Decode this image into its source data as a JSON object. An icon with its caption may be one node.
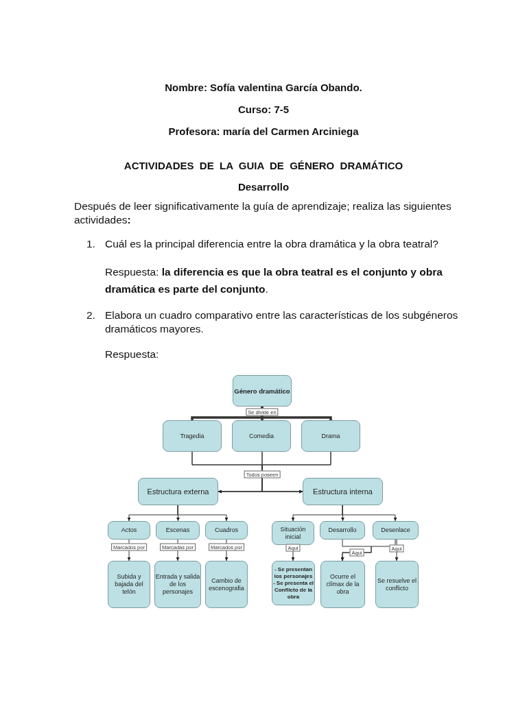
{
  "diagram": {
    "title": "ACTIVIDADES  DE  LA  GUIA  DE  GÉNERO  DRAMÁTICO",
    "nodes": [
      {
        "text": [
          "Género dramático"
        ]
      },
      {
        "text": [
          "Tragedia"
        ]
      },
      {
        "text": [
          "Comedia"
        ]
      },
      {
        "text": [
          "Drama"
        ]
      },
      {
        "text": [
          "Estructura externa"
        ]
      },
      {
        "text": [
          "Estructura interna"
        ]
      },
      {
        "text": [
          "Actos"
        ]
      },
      {
        "text": [
          "Escenas"
        ]
      },
      {
        "text": [
          "Cuadros"
        ]
      },
      {
        "text": [
          "Subida y bajada del telón"
        ]
      },
      {
        "text": [
          "Entrada y salida de los personajes"
        ]
      },
      {
        "text": [
          "Cambio de escenografia"
        ]
      },
      {
        "text": [
          "Situación inicial"
        ]
      },
      {
        "text": [
          "Desarrollo"
        ]
      },
      {
        "text": [
          "Desenlace"
        ]
      },
      {
        "text": [
          "- Se presentan los personajes",
          "- Se presenta el Conflicto de la obra"
        ]
      },
      {
        "text": [
          "Ocurre el clímax de la obra"
        ]
      },
      {
        "text": [
          "Se resuelve el conflicto"
        ]
      }
    ],
    "edges": [
      {
        "from": 0,
        "to": 1,
        "arrow": "none",
        "style": "thick"
      },
      {
        "from": 0,
        "to": 2,
        "arrow": "none",
        "style": "thick",
        "label": "Se divide en"
      },
      {
        "from": 0,
        "to": 3,
        "arrow": "none",
        "style": "thick"
      },
      {
        "from": 1,
        "to": 4,
        "arrow": "to"
      },
      {
        "from": 1,
        "to": 5,
        "arrow": "to"
      },
      {
        "from": 2,
        "to": 4,
        "arrow": "to",
        "label": "Todos poseen"
      },
      {
        "from": 2,
        "to": 5,
        "arrow": "to"
      },
      {
        "from": 3,
        "to": 4,
        "arrow": "to"
      },
      {
        "from": 3,
        "to": 5,
        "arrow": "to"
      },
      {
        "from": 4,
        "to": 6,
        "arrow": "to"
      },
      {
        "from": 4,
        "to": 7,
        "arrow": "to"
      },
      {
        "from": 4,
        "to": 8,
        "arrow": "to"
      },
      {
        "from": 5,
        "to": 12,
        "arrow": "to"
      },
      {
        "from": 5,
        "to": 13,
        "arrow": "to"
      },
      {
        "from": 5,
        "to": 14,
        "arrow": "to"
      },
      {
        "from": 6,
        "to": 9,
        "arrow": "to",
        "label": "Marcados por"
      },
      {
        "from": 7,
        "to": 10,
        "arrow": "to",
        "label": "Marcadas por"
      },
      {
        "from": 8,
        "to": 11,
        "arrow": "to",
        "label": "Marcados por"
      },
      {
        "from": 12,
        "to": 15,
        "arrow": "to",
        "label": "Aqui"
      },
      {
        "from": 13,
        "to": 16,
        "arrow": "to",
        "label": "Aqui"
      },
      {
        "from": 14,
        "to": 16,
        "arrow": "to"
      },
      {
        "from": 14,
        "to": 17,
        "arrow": "to",
        "label": "Aqui"
      }
    ],
    "labels": [
      "Nombre: Sofía valentina García Obando.",
      "Curso: 7-5",
      "Profesora: maría del Carmen Arciniega",
      "Desarrollo",
      "Después de leer significativamente la guía de aprendizaje; realiza las siguientes actividades**:**",
      "1.",
      "Cuál es la principal diferencia entre la obra dramática y la obra teatral?",
      "Respuesta: **la diferencia es que la obra teatral es el conjunto y obra dramática es parte del conjunto**.",
      "2.",
      "Elabora un cuadro comparativo entre las características de los subgéneros dramáticos mayores.",
      "Respuesta:"
    ]
  }
}
